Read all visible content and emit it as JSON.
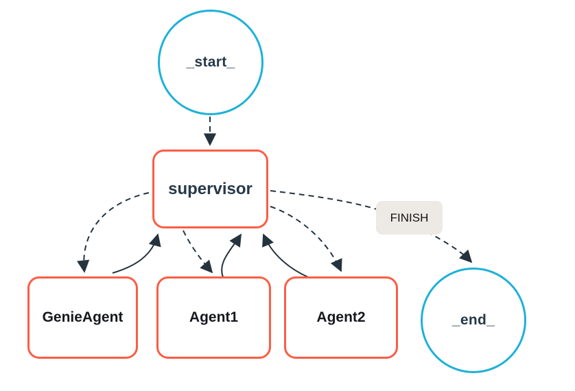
{
  "diagram": {
    "type": "agent-workflow-graph",
    "nodes": {
      "start": {
        "label": "_start_",
        "shape": "circle"
      },
      "supervisor": {
        "label": "supervisor",
        "shape": "rounded-rect"
      },
      "genieagent": {
        "label": "GenieAgent",
        "shape": "rounded-rect"
      },
      "agent1": {
        "label": "Agent1",
        "shape": "rounded-rect"
      },
      "agent2": {
        "label": "Agent2",
        "shape": "rounded-rect"
      },
      "end": {
        "label": "_end_",
        "shape": "circle"
      }
    },
    "edges": [
      {
        "from": "_start_",
        "to": "supervisor",
        "style": "dashed",
        "label": ""
      },
      {
        "from": "supervisor",
        "to": "GenieAgent",
        "style": "dashed",
        "label": ""
      },
      {
        "from": "GenieAgent",
        "to": "supervisor",
        "style": "solid",
        "label": ""
      },
      {
        "from": "supervisor",
        "to": "Agent1",
        "style": "dashed",
        "label": ""
      },
      {
        "from": "Agent1",
        "to": "supervisor",
        "style": "solid",
        "label": ""
      },
      {
        "from": "supervisor",
        "to": "Agent2",
        "style": "dashed",
        "label": ""
      },
      {
        "from": "Agent2",
        "to": "supervisor",
        "style": "solid",
        "label": ""
      },
      {
        "from": "supervisor",
        "to": "_end_",
        "style": "dashed",
        "label": "FINISH"
      }
    ],
    "colors": {
      "circle_border": "#1eb1d7",
      "rect_border": "#fb5d44",
      "edge_color": "#24333e",
      "title_text": "#26394a",
      "agent_text": "#15181c",
      "finish_bg": "#edeae6",
      "bg": "#ffffff"
    }
  }
}
